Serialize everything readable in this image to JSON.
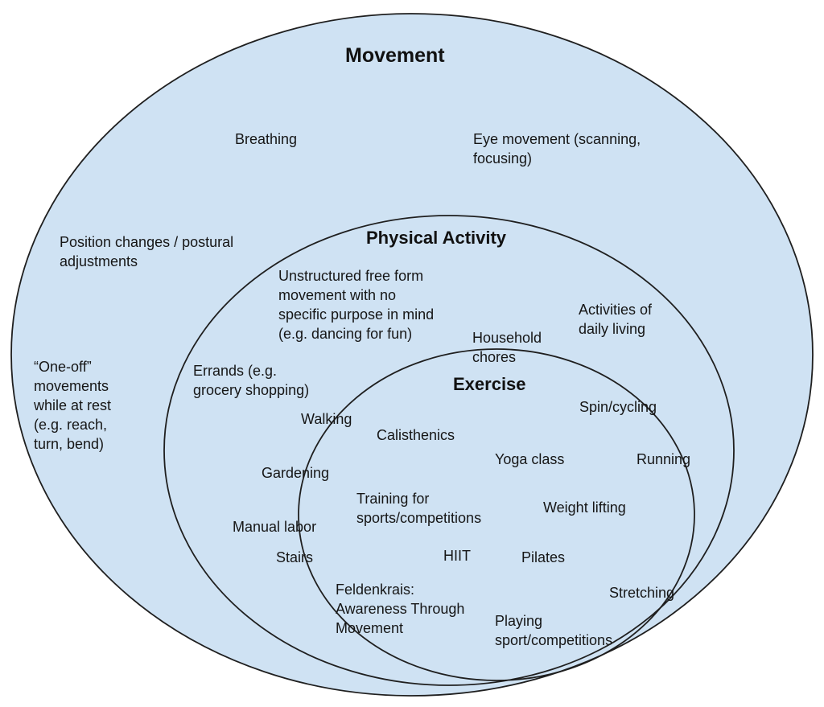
{
  "colors": {
    "region_fill": "#cfe2f3",
    "outline": "#1f1f1f",
    "text": "#161616",
    "background": "#ffffff"
  },
  "diagram": {
    "movement": {
      "title": "Movement",
      "items": {
        "breathing": "Breathing",
        "eye_movement": "Eye movement (scanning,\nfocusing)",
        "position_changes": "Position changes / postural\nadjustments",
        "one_off": "“One-off”\nmovements\nwhile at rest\n(e.g. reach,\nturn, bend)"
      }
    },
    "physical_activity": {
      "title": "Physical Activity",
      "items": {
        "unstructured": "Unstructured free form\nmovement with no\nspecific purpose in mind\n(e.g. dancing for fun)",
        "household_chores": "Household\nchores",
        "activities_daily_living": "Activities of\ndaily living",
        "errands": "Errands (e.g.\ngrocery shopping)",
        "walking": "Walking",
        "gardening": "Gardening",
        "manual_labor": "Manual labor",
        "stairs": "Stairs"
      }
    },
    "exercise": {
      "title": "Exercise",
      "items": {
        "spin_cycling": "Spin/cycling",
        "calisthenics": "Calisthenics",
        "yoga_class": "Yoga class",
        "running": "Running",
        "training": "Training for\nsports/competitions",
        "weight_lifting": "Weight lifting",
        "hiit": "HIIT",
        "pilates": "Pilates",
        "feldenkrais": "Feldenkrais:\nAwareness Through\nMovement",
        "stretching": "Stretching",
        "playing_sport": "Playing\nsport/competitions"
      }
    }
  }
}
